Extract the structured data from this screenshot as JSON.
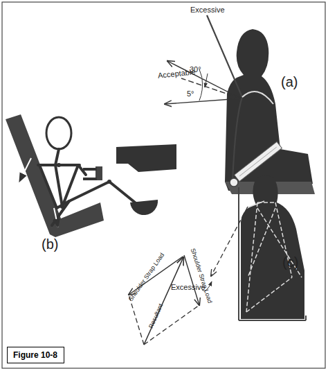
{
  "diagram": {
    "nodes": [
      {
        "text": [
          "Figure 10-8"
        ]
      }
    ],
    "labels": [
      "Excessive",
      "Acceptable",
      "30°",
      "5°",
      "(a)",
      "(b)",
      "(c)",
      "Excessive",
      "Shoulder Strap Load",
      "Shoulder Strap Load",
      "Resultant"
    ]
  }
}
